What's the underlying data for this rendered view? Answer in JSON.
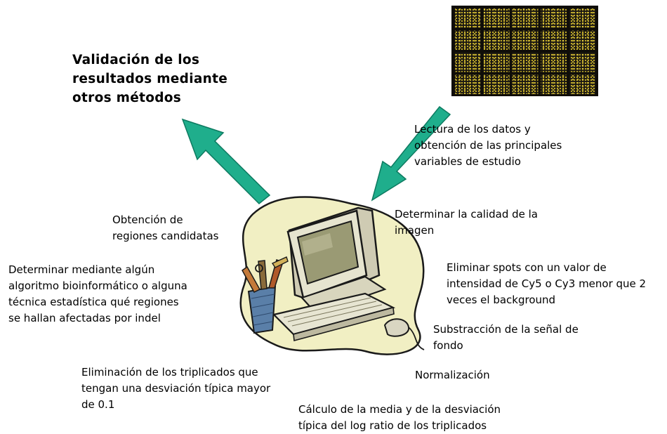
{
  "title": "Validación de los\nresultados mediante\notros métodos",
  "labels": {
    "lectura": "Lectura de los datos y\nobtención de las principales\nvariables de estudio",
    "obtencion": "Obtención de\nregiones candidatas",
    "calidad": "Determinar la calidad de la\nimagen",
    "algoritmo": "Determinar mediante algún\nalgoritmo bioinformático o alguna\ntécnica estadística qué regiones\nse hallan afectadas por indel",
    "eliminar_spots": "Eliminar spots con un valor de\nintensidad de Cy5 o Cy3 menor que 2\nveces el background",
    "substraccion": "Substracción de la señal de\nfondo",
    "triplicados": "Eliminación de los triplicados que\ntengan una desviación típica mayor\nde 0.1",
    "normalizacion": "Normalización",
    "calculo": "Cálculo de la media y de la desviación\ntípica del log ratio de los triplicados"
  },
  "colors": {
    "arrow": "#1fae8c",
    "arrow_edge": "#0d7a60",
    "blob": "#f1efc3",
    "monitor": "#e6e4cf",
    "screen": "#9a9a74",
    "microarray_bg": "#161410",
    "microarray_spot": "#d9c22a"
  },
  "icons": [
    "microarray-image",
    "computer-clipart",
    "arrow-to-validation",
    "arrow-from-microarray"
  ]
}
